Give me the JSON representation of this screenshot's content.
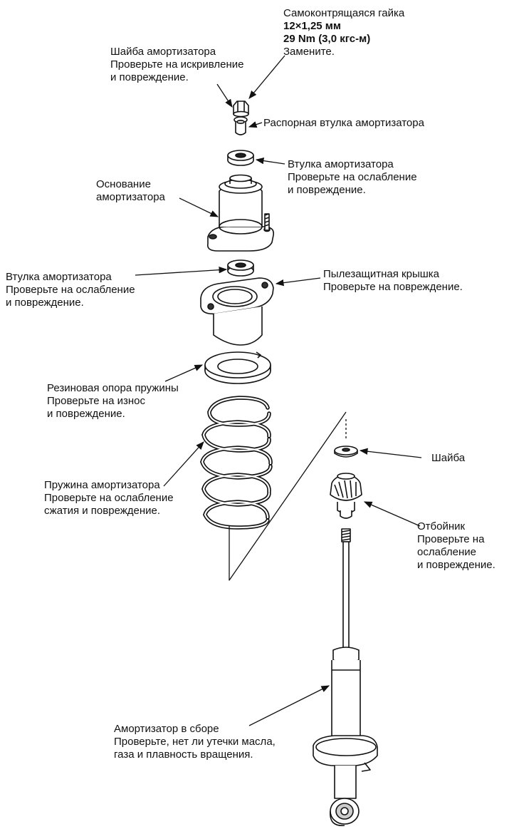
{
  "labels": {
    "lock_nut": {
      "line1": "Самоконтрящаяся гайка",
      "line2": "12×1,25 мм",
      "line3": "29 Nm (3,0 кгс-м)",
      "line4": "Замените."
    },
    "washer_top": {
      "line1": "Шайба амортизатора",
      "line2": "Проверьте на искривление",
      "line3": "и повреждение."
    },
    "spacer": {
      "line1": "Распорная втулка амортизатора"
    },
    "bushing_top": {
      "line1": "Втулка амортизатора",
      "line2": "Проверьте на ослабление",
      "line3": "и повреждение."
    },
    "base": {
      "line1": "Основание",
      "line2": "амортизатора"
    },
    "bushing_lower": {
      "line1": "Втулка амортизатора",
      "line2": "Проверьте на ослабление",
      "line3": "и повреждение."
    },
    "dust_cover": {
      "line1": "Пылезащитная крышка",
      "line2": "Проверьте на повреждение."
    },
    "spring_seat": {
      "line1": "Резиновая опора пружины",
      "line2": "Проверьте на износ",
      "line3": "и повреждение."
    },
    "washer_small": {
      "line1": "Шайба"
    },
    "spring": {
      "line1": "Пружина амортизатора",
      "line2": "Проверьте на ослабление",
      "line3": "сжатия и повреждение."
    },
    "bump_stop": {
      "line1": "Отбойник",
      "line2": "Проверьте на",
      "line3": "ослабление",
      "line4": "и повреждение."
    },
    "shock": {
      "line1": "Амортизатор в сборе",
      "line2": "Проверьте, нет ли утечки масла,",
      "line3": "газа и плавность вращения."
    }
  }
}
